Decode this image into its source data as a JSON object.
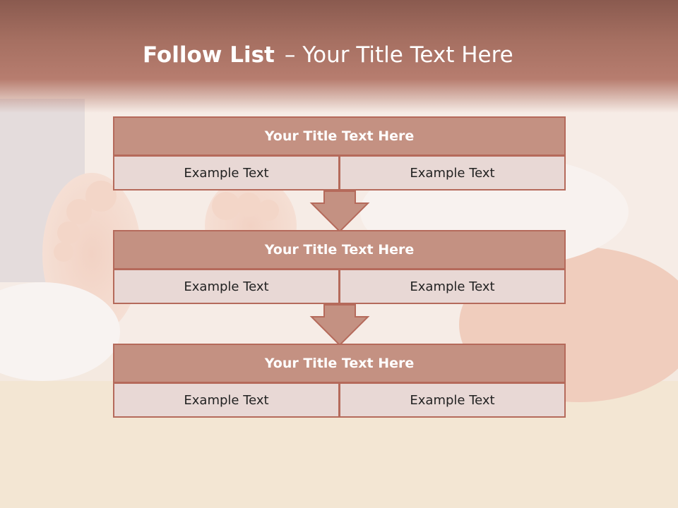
{
  "slide": {
    "title_bold": "Follow List",
    "title_sep": "–",
    "title_rest": "Your Title Text Here"
  },
  "blocks": [
    {
      "title": "Your Title Text Here",
      "cells": [
        "Example Text",
        "Example Text"
      ]
    },
    {
      "title": "Your Title Text Here",
      "cells": [
        "Example Text",
        "Example Text"
      ]
    },
    {
      "title": "Your Title Text Here",
      "cells": [
        "Example Text",
        "Example Text"
      ]
    }
  ],
  "colors": {
    "header": "#a56f61",
    "block_head": "#c49182",
    "block_cell": "#e8d8d5",
    "border": "#b56a5b"
  }
}
